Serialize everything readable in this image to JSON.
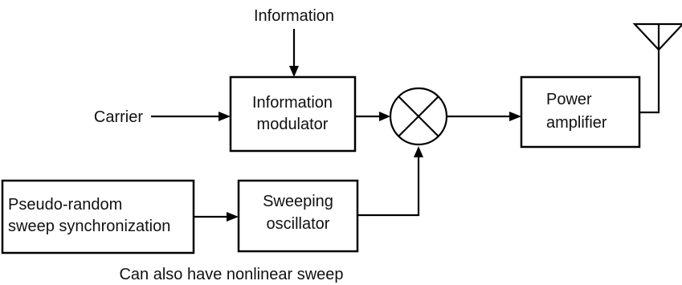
{
  "diagram": {
    "input_information": "Information",
    "input_carrier": "Carrier",
    "info_modulator": {
      "line1": "Information",
      "line2": "modulator"
    },
    "power_amplifier": {
      "line1": "Power",
      "line2": "amplifier"
    },
    "pseudo_random": {
      "line1": "Pseudo-random",
      "line2": "sweep synchronization"
    },
    "sweeping_osc": {
      "line1": "Sweeping",
      "line2": "oscillator"
    },
    "footnote": "Can also have nonlinear sweep"
  }
}
